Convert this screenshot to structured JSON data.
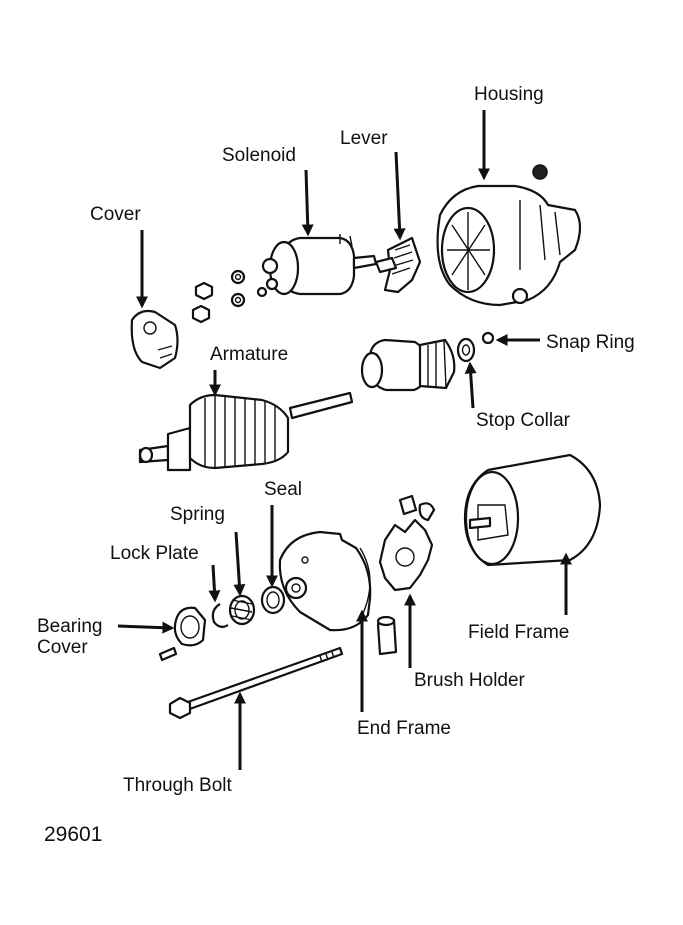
{
  "labels": {
    "housing": "Housing",
    "lever": "Lever",
    "solenoid": "Solenoid",
    "cover": "Cover",
    "snap_ring": "Snap Ring",
    "armature": "Armature",
    "stop_collar": "Stop Collar",
    "seal": "Seal",
    "spring": "Spring",
    "lock_plate": "Lock Plate",
    "bearing_cover_line1": "Bearing",
    "bearing_cover_line2": "Cover",
    "field_frame": "Field Frame",
    "brush_holder": "Brush Holder",
    "end_frame": "End Frame",
    "through_bolt": "Through Bolt"
  },
  "figure_number": "29601",
  "colors": {
    "ink": "#111111",
    "background": "#ffffff"
  }
}
